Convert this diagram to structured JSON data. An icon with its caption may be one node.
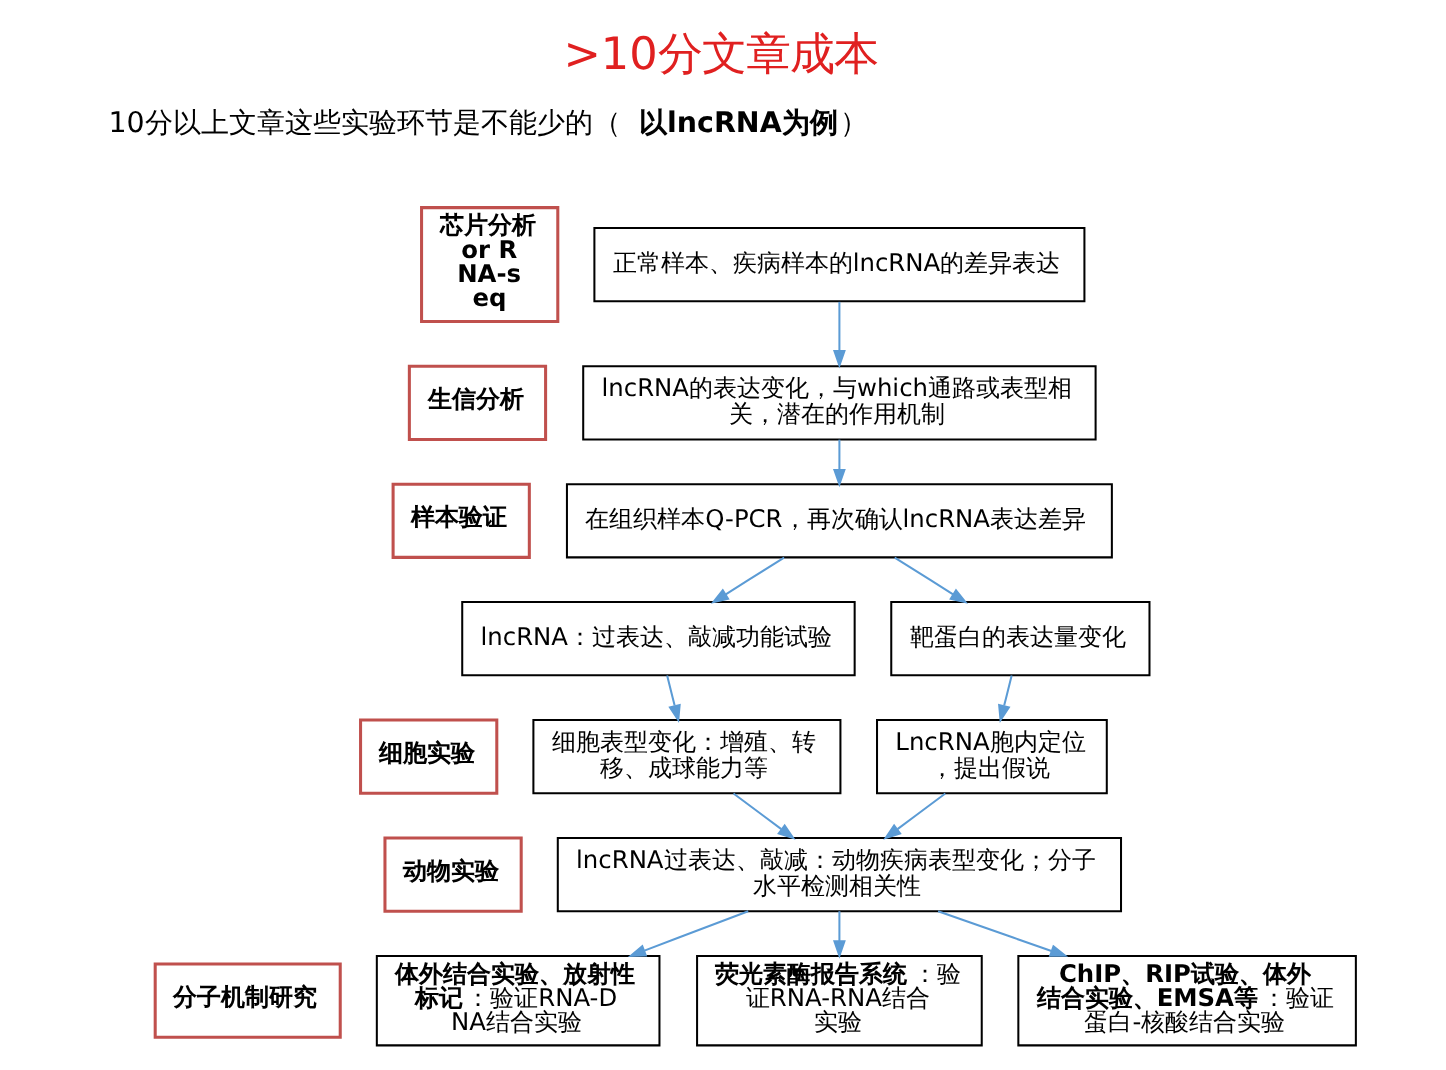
{
  "diagram": {
    "title": ">10分文章成本",
    "nodes": [
      {
        "text": [
          "芯片分析or RNA-seq"
        ]
      },
      {
        "text": [
          "正常样本、疾病样本的lncRNA的差异表达"
        ]
      },
      {
        "text": [
          "生信分析"
        ]
      },
      {
        "text": [
          "lncRNA的表达变化，与which通路或表型相关，潜在的作用机制"
        ]
      },
      {
        "text": [
          "样本验证"
        ]
      },
      {
        "text": [
          "在组织样本Q-PCR，再次确认lncRNA表达差异"
        ]
      },
      {
        "text": [
          "lncRNA：过表达、敲减功能试验"
        ]
      },
      {
        "text": [
          "靶蛋白的表达量变化"
        ]
      },
      {
        "text": [
          "细胞实验"
        ]
      },
      {
        "text": [
          "细胞表型变化：增殖、转移、成球能力等"
        ]
      },
      {
        "text": [
          "LncRNA胞内定位，提出假说"
        ]
      },
      {
        "text": [
          "动物实验"
        ]
      },
      {
        "text": [
          "lncRNA过表达、敲减：动物疾病表型变化；分子水平检测相关性"
        ]
      },
      {
        "text": [
          "分子机制研究"
        ]
      },
      {
        "text": [
          "**体外结合实验、放射性标记**：验证RNA-DNA结合实验"
        ]
      },
      {
        "text": [
          "**荧光素酶报告系统**：验证RNA-RNA结合实验"
        ]
      },
      {
        "text": [
          "**ChIP、RIP试验、体外结合实验、EMSA等**：验证蛋白-核酸结合实验"
        ]
      }
    ],
    "edges": [
      {
        "from": 1,
        "to": 3,
        "arrow": "to"
      },
      {
        "from": 3,
        "to": 5,
        "arrow": "to"
      },
      {
        "from": 5,
        "to": 6,
        "arrow": "to"
      },
      {
        "from": 5,
        "to": 7,
        "arrow": "to"
      },
      {
        "from": 6,
        "to": 9,
        "arrow": "to"
      },
      {
        "from": 7,
        "to": 10,
        "arrow": "to"
      },
      {
        "from": 9,
        "to": 12,
        "arrow": "to"
      },
      {
        "from": 10,
        "to": 12,
        "arrow": "to"
      },
      {
        "from": 12,
        "to": 14,
        "arrow": "to"
      },
      {
        "from": 12,
        "to": 15,
        "arrow": "to"
      },
      {
        "from": 12,
        "to": 16,
        "arrow": "to"
      }
    ],
    "labels": [
      "10分以上文章这些实验环节是不能少的（**以lncRNA为例**）"
    ]
  }
}
